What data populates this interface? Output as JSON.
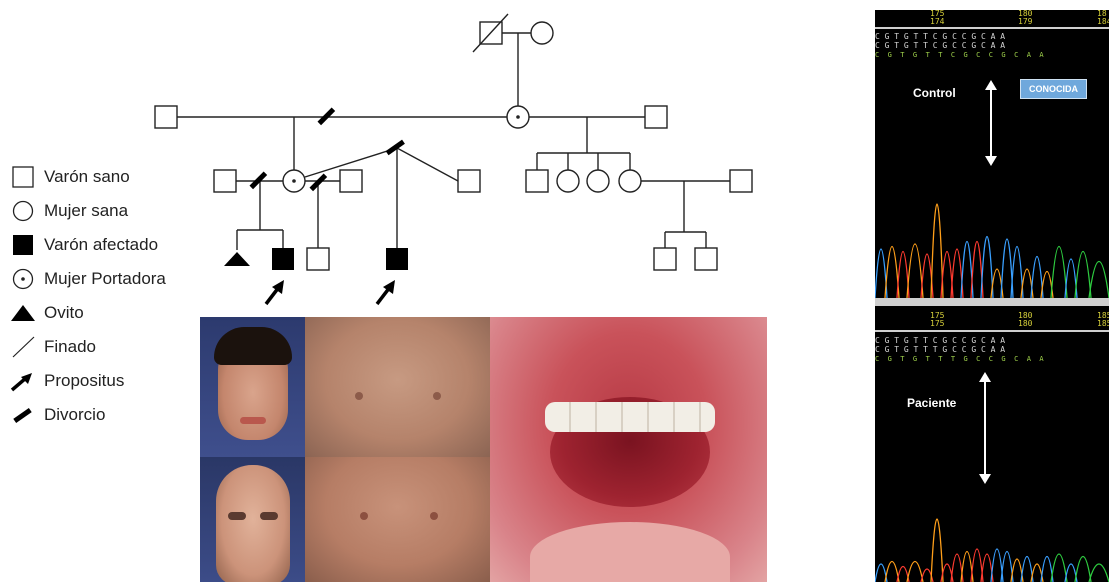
{
  "legend": [
    {
      "symbol": "square-icon",
      "label": "Varón sano"
    },
    {
      "symbol": "circle-icon",
      "label": "Mujer sana"
    },
    {
      "symbol": "filled-square-icon",
      "label": "Varón afectado"
    },
    {
      "symbol": "dotted-circle-icon",
      "label": "Mujer Portadora"
    },
    {
      "symbol": "triangle-icon",
      "label": "Ovito"
    },
    {
      "symbol": "diagonal-line-icon",
      "label": "Finado"
    },
    {
      "symbol": "arrow-icon",
      "label": "Propositus"
    },
    {
      "symbol": "divorce-mark-icon",
      "label": "Divorcio"
    }
  ],
  "sequencing": {
    "control": {
      "positions_top": [
        "175",
        "180",
        "18"
      ],
      "positions_bottom": [
        "174",
        "179",
        "184"
      ],
      "label": "Control",
      "badge": "CONOCIDA",
      "seq_line1": "C G T G T T C G C C G C A A",
      "seq_line2": "C G T G T T C G C C G C A A",
      "seq_line3": "C  G  T  G  T  T  C  G  C  C  G  C  A  A"
    },
    "patient": {
      "positions_top": [
        "175",
        "180",
        "185"
      ],
      "positions_bottom": [
        "175",
        "180",
        "185"
      ],
      "label": "Paciente",
      "seq_line1": "C G T G T T C G C C G C A A",
      "seq_line2": "C G T G T T T G C C G C A A",
      "seq_line3": "C  G  T  G  T  T  T  G  C  C  G  C  A  A"
    }
  },
  "colors": {
    "A": "#2ecc40",
    "C": "#3aa0ff",
    "G": "#f2f2f2",
    "T": "#ff3b30",
    "G_trace": "#ff9f1a",
    "panel_bg": "#000000"
  }
}
